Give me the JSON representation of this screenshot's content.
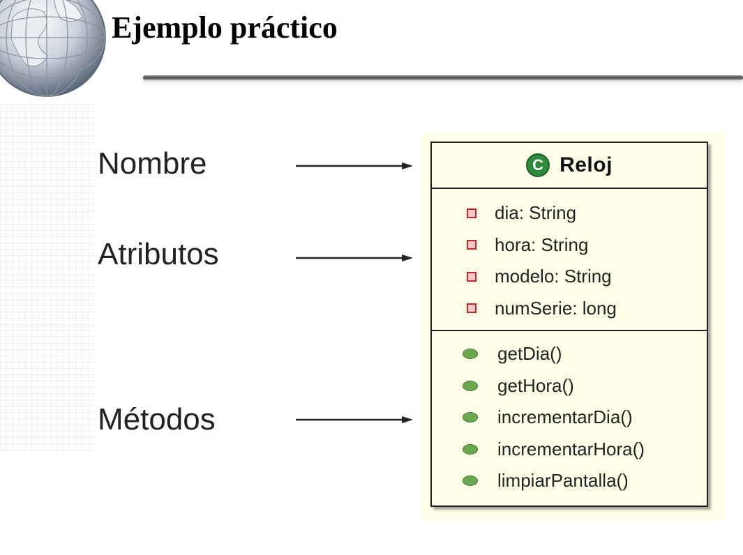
{
  "title": "Ejemplo práctico",
  "labels": {
    "nombre": "Nombre",
    "atributos": "Atributos",
    "metodos": "Métodos"
  },
  "uml_class": {
    "icon_letter": "C",
    "name": "Reloj",
    "attributes": [
      "dia: String",
      "hora: String",
      "modelo: String",
      "numSerie: long"
    ],
    "methods": [
      "getDia()",
      "getHora()",
      "incrementarDia()",
      "incrementarHora()",
      "limpiarPantalla()"
    ]
  },
  "colors": {
    "class_icon": "#2e8b3a",
    "attribute_icon": "#c4262e",
    "method_icon": "#6aa84f",
    "uml_background": "#fefee9"
  }
}
